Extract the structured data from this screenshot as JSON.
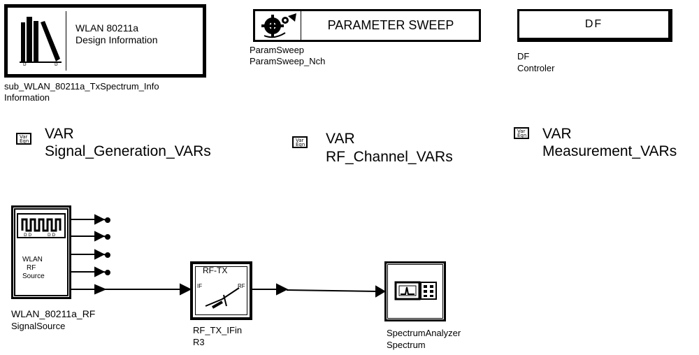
{
  "info_block": {
    "line1": "WLAN 80211a",
    "line2": "Design Information",
    "instance": "sub_WLAN_80211a_TxSpectrum_Info",
    "name": "Information"
  },
  "param_sweep": {
    "title": "PARAMETER SWEEP",
    "type": "ParamSweep",
    "name": "ParamSweep_Nch"
  },
  "df_controller": {
    "title": "DF",
    "type": "DF",
    "name": "Controler"
  },
  "vars": [
    {
      "icon": "var-icon",
      "type": "VAR",
      "name": "Signal_Generation_VARs"
    },
    {
      "icon": "var-icon",
      "type": "VAR",
      "name": "RF_Channel_VARs"
    },
    {
      "icon": "var-icon",
      "type": "VAR",
      "name": "Measurement_VARs"
    }
  ],
  "signal_source": {
    "icon_text": "WLAN\nRF\nSource",
    "line1": "WLAN",
    "line2": "RF",
    "line3": "Source",
    "instance": "WLAN_80211a_RF",
    "name": "SignalSource"
  },
  "rf_tx": {
    "title": "RF-TX",
    "port_in": "IF",
    "port_out": "RF",
    "instance": "RF_TX_IFin",
    "name": "R3"
  },
  "spectrum_analyzer": {
    "instance": "SpectrumAnalyzer",
    "name": "Spectrum"
  }
}
